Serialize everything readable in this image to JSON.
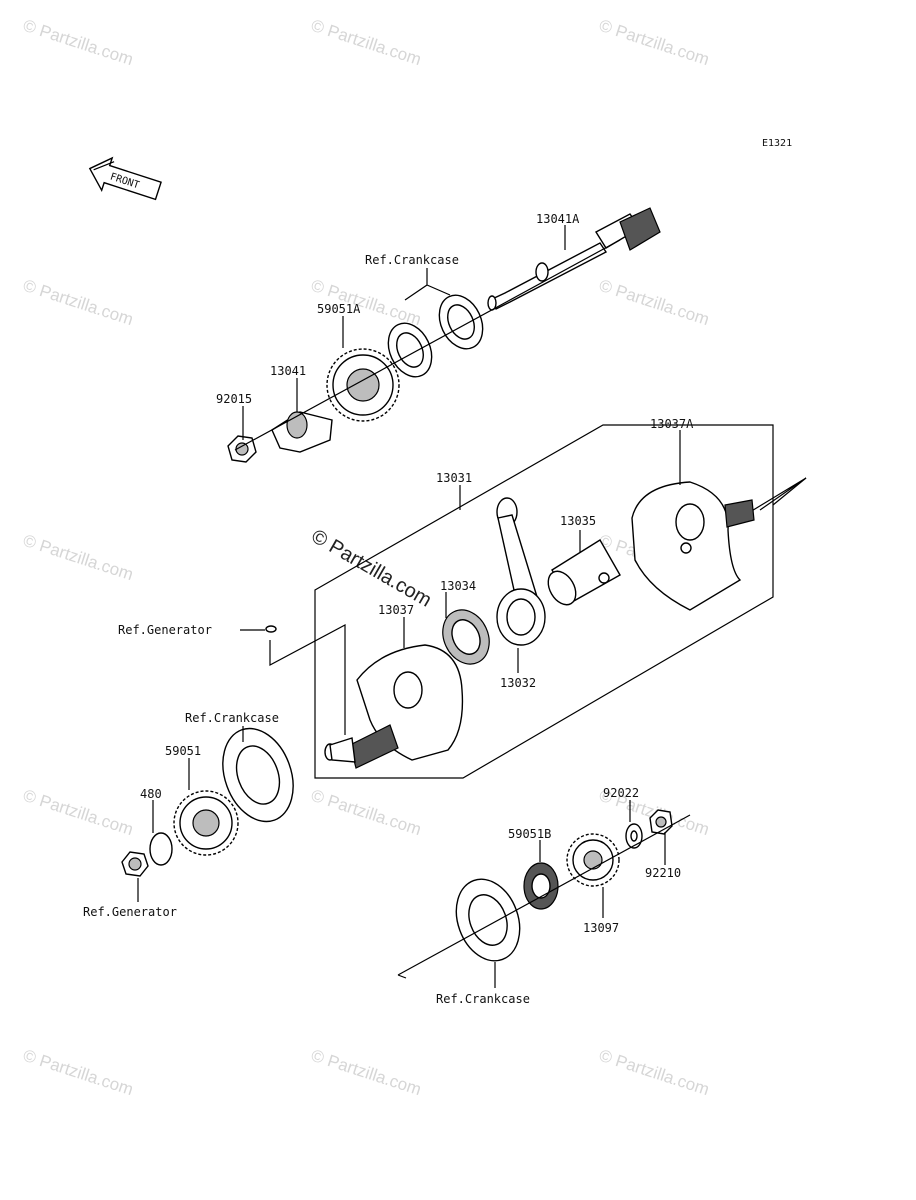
{
  "diagram_code": "E1321",
  "front_label": "FRONT",
  "watermark_text": "© Partzilla.com",
  "parts": {
    "p13041A": "13041A",
    "ref_crankcase_top": "Ref.Crankcase",
    "p59051A": "59051A",
    "p13041": "13041",
    "p92015": "92015",
    "p13031": "13031",
    "p13037A": "13037A",
    "p13035": "13035",
    "p13034": "13034",
    "p13037": "13037",
    "p13032": "13032",
    "ref_generator_mid": "Ref.Generator",
    "ref_crankcase_left": "Ref.Crankcase",
    "p59051": "59051",
    "p480": "480",
    "ref_generator_bottom": "Ref.Generator",
    "p92022": "92022",
    "p59051B": "59051B",
    "p92210": "92210",
    "p13097": "13097",
    "ref_crankcase_bottom": "Ref.Crankcase"
  },
  "colors": {
    "line": "#000000",
    "watermark": "#d6d6d6",
    "background": "#ffffff"
  }
}
